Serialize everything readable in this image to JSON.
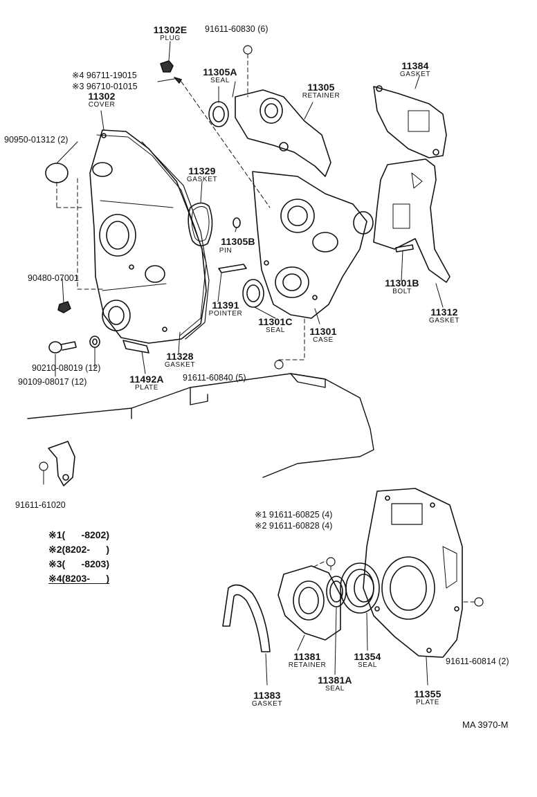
{
  "parts": [
    {
      "id": "p11302e",
      "number": "11302E",
      "name": "PLUG"
    },
    {
      "id": "p11305a",
      "number": "11305A",
      "name": "SEAL"
    },
    {
      "id": "p11302",
      "number": "11302",
      "name": "COVER"
    },
    {
      "id": "p11305",
      "number": "11305",
      "name": "RETAINER"
    },
    {
      "id": "p11384",
      "number": "11384",
      "name": "GASKET"
    },
    {
      "id": "p11329",
      "number": "11329",
      "name": "GASKET"
    },
    {
      "id": "p11305b",
      "number": "11305B",
      "name": "PIN"
    },
    {
      "id": "p11391",
      "number": "11391",
      "name": "POINTER"
    },
    {
      "id": "p11301c",
      "number": "11301C",
      "name": "SEAL"
    },
    {
      "id": "p11301",
      "number": "11301",
      "name": "CASE"
    },
    {
      "id": "p11301b",
      "number": "11301B",
      "name": "BOLT"
    },
    {
      "id": "p11312",
      "number": "11312",
      "name": "GASKET"
    },
    {
      "id": "p11328",
      "number": "11328",
      "name": "GASKET"
    },
    {
      "id": "p11492a",
      "number": "11492A",
      "name": "PLATE"
    },
    {
      "id": "p11381",
      "number": "11381",
      "name": "RETAINER"
    },
    {
      "id": "p11354",
      "number": "11354",
      "name": "SEAL"
    },
    {
      "id": "p11381a",
      "number": "11381A",
      "name": "SEAL"
    },
    {
      "id": "p11383",
      "number": "11383",
      "name": "GASKET"
    },
    {
      "id": "p11355",
      "number": "11355",
      "name": "PLATE"
    }
  ],
  "fasteners": [
    {
      "id": "f1",
      "text": "91611-60830 (6)"
    },
    {
      "id": "f2",
      "text": "※4 96711-19015"
    },
    {
      "id": "f3",
      "text": "※3 96710-01015"
    },
    {
      "id": "f4",
      "text": "90950-01312 (2)"
    },
    {
      "id": "f5",
      "text": "90480-07001"
    },
    {
      "id": "f6",
      "text": "90210-08019 (12)"
    },
    {
      "id": "f7",
      "text": "90109-08017 (12)"
    },
    {
      "id": "f8",
      "text": "91611-60840 (5)"
    },
    {
      "id": "f9",
      "text": "91611-61020"
    },
    {
      "id": "f10",
      "text": "※1 91611-60825 (4)"
    },
    {
      "id": "f11",
      "text": "※2 91611-60828 (4)"
    },
    {
      "id": "f12",
      "text": "91611-60814 (2)"
    }
  ],
  "notes": [
    {
      "mark": "※1",
      "range": "(      -8202)"
    },
    {
      "mark": "※2",
      "range": "(8202-      )"
    },
    {
      "mark": "※3",
      "range": "(      -8203)"
    },
    {
      "mark": "※4",
      "range": "(8203-      )"
    }
  ],
  "reference": "MA  3970-M"
}
